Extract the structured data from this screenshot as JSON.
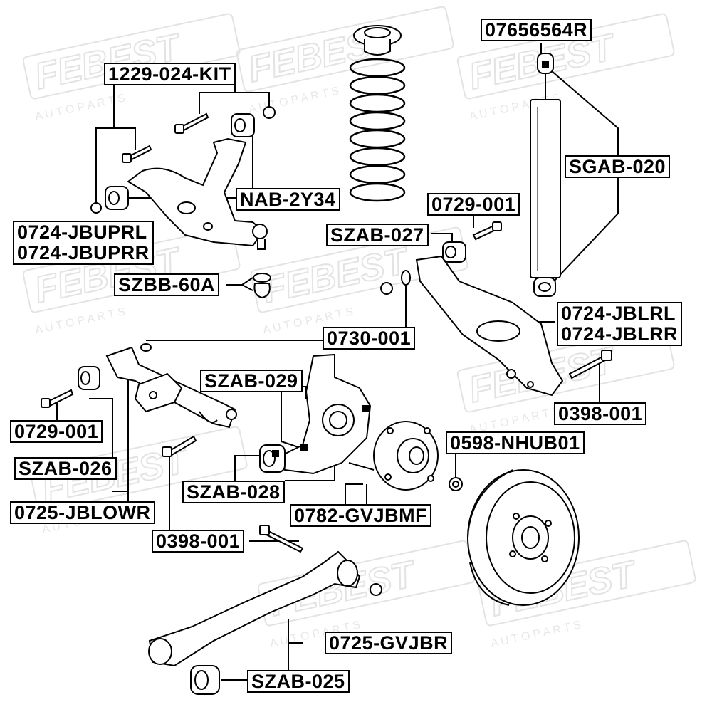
{
  "watermark": {
    "brand": "FEBEST",
    "sub": "A U T O   P A R T S",
    "color": "#e3e3e3"
  },
  "part_labels": [
    {
      "id": "p-1229-024-kit",
      "text": "1229-024-KIT"
    },
    {
      "id": "p-07656564r",
      "text": "07656564R"
    },
    {
      "id": "p-sgab-020",
      "text": "SGAB-020"
    },
    {
      "id": "p-nab-2y34",
      "text": "NAB-2Y34"
    },
    {
      "id": "p-0729-001-top",
      "text": "0729-001"
    },
    {
      "id": "p-szab-027",
      "text": "SZAB-027"
    },
    {
      "id": "p-szbb-60a",
      "text": "SZBB-60A"
    },
    {
      "id": "p-0730-001",
      "text": "0730-001"
    },
    {
      "id": "p-szab-029",
      "text": "SZAB-029"
    },
    {
      "id": "p-0398-001-right",
      "text": "0398-001"
    },
    {
      "id": "p-0598-nhub01",
      "text": "0598-NHUB01"
    },
    {
      "id": "p-0729-001-left",
      "text": "0729-001"
    },
    {
      "id": "p-szab-026",
      "text": "SZAB-026"
    },
    {
      "id": "p-szab-028",
      "text": "SZAB-028"
    },
    {
      "id": "p-0725-jblowr",
      "text": "0725-JBLOWR"
    },
    {
      "id": "p-0782-gvjbmf",
      "text": "0782-GVJBMF"
    },
    {
      "id": "p-0398-001-mid",
      "text": "0398-001"
    },
    {
      "id": "p-0725-gvjbr",
      "text": "0725-GVJBR"
    },
    {
      "id": "p-szab-025",
      "text": "SZAB-025"
    }
  ],
  "two_line_labels": [
    {
      "id": "p-0724-jbupr",
      "lines": [
        "0724-JBUPRL",
        "0724-JBUPRR"
      ]
    },
    {
      "id": "p-0724-jblr",
      "lines": [
        "0724-JBLRL",
        "0724-JBLRR"
      ]
    }
  ]
}
